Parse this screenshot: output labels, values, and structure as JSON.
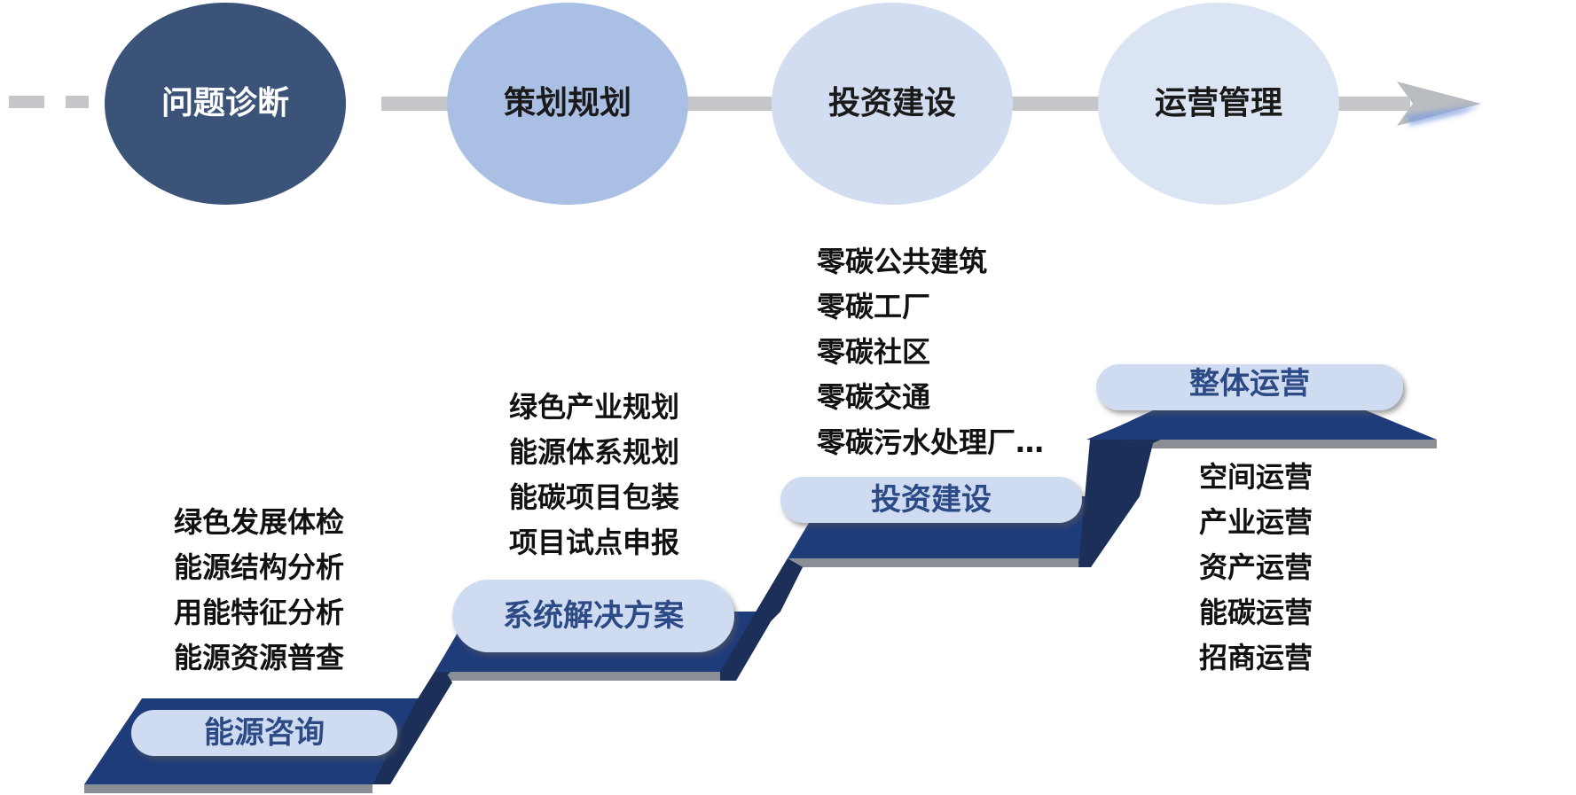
{
  "phases": [
    {
      "label": "问题诊断"
    },
    {
      "label": "策划规划"
    },
    {
      "label": "投资建设"
    },
    {
      "label": "运营管理"
    }
  ],
  "steps": [
    {
      "label": "能源咨询",
      "items": [
        "绿色发展体检",
        "能源结构分析",
        "用能特征分析",
        "能源资源普查"
      ]
    },
    {
      "label": "系统解决方案",
      "items": [
        "绿色产业规划",
        "能源体系规划",
        "能碳项目包装",
        "项目试点申报"
      ]
    },
    {
      "label": "投资建设",
      "items": [
        "零碳公共建筑",
        "零碳工厂",
        "零碳社区",
        "零碳交通",
        "零碳污水处理厂…"
      ]
    },
    {
      "label": "整体运营",
      "items": [
        "空间运营",
        "产业运营",
        "资产运营",
        "能碳运营",
        "招商运营"
      ]
    }
  ],
  "colors": {
    "phase_1": "#3b5279",
    "phase_2": "#a9bfe4",
    "phase_3": "#cbd8ef",
    "phase_4": "#d6e1f2",
    "stair_top": "#1f3c7a",
    "stair_riser": "#1b2f58",
    "stair_edge": "#8a8f96",
    "pill": "#cfdbf0",
    "pill_text": "#2c4a85",
    "arrow_line": "#c4c6c9",
    "arrow_glow": "#7d9de0"
  }
}
